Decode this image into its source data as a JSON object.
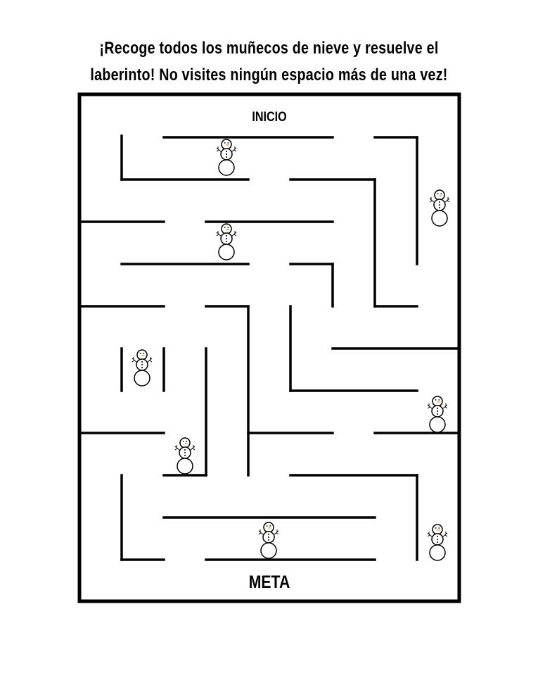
{
  "instructions": "¡Recoge todos los muñecos de nieve y resuelve el laberinto! No visites ningún espacio más de una vez!",
  "maze": {
    "start_label": "INICIO",
    "goal_label": "META",
    "collectible_icon": "snowman-icon",
    "collectible_count": 8,
    "wall_color": "#000000",
    "snowman_nose_color": "#e08a1e"
  }
}
